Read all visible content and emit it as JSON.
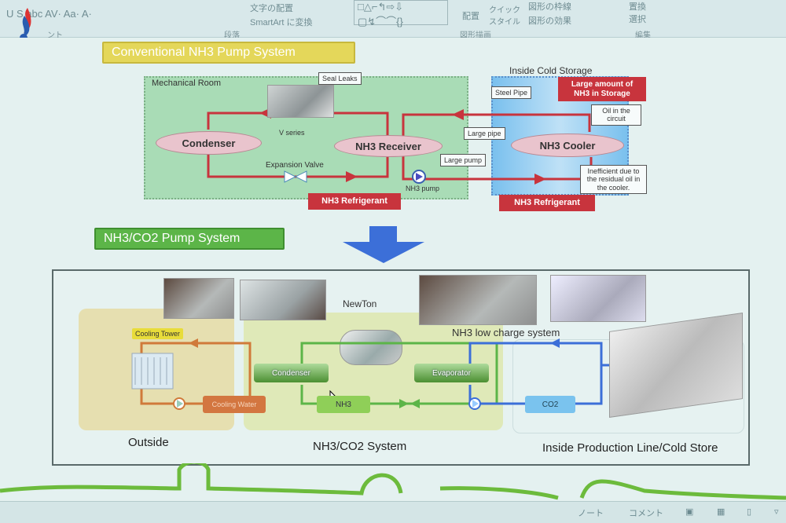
{
  "ribbon": {
    "font_group_partial": "ント",
    "text_align": "文字の配置",
    "smartart": "SmartArt に変換",
    "paragraph_group": "段落",
    "arrange": "配置",
    "quick_style": "クイック スタイル",
    "shape_outline": "図形の枠線",
    "shape_effects": "図形の効果",
    "drawing_group": "図形描画",
    "replace": "置換",
    "select": "選択",
    "editing_group": "編集"
  },
  "slide": {
    "conventional": {
      "title": "Conventional NH3 Pump System",
      "mechanical_room": "Mechanical Room",
      "seal_leaks": "Seal Leaks",
      "v_series": "V series",
      "condenser": "Condenser",
      "receiver": "NH3 Receiver",
      "expansion_valve": "Expansion Valve",
      "nh3_pump": "NH3 pump",
      "refrigerant_1": "NH3 Refrigerant",
      "refrigerant_2": "NH3 Refrigerant",
      "inside_cold_storage": "Inside Cold Storage",
      "steel_pipe": "Steel Pipe",
      "large_pipe": "Large pipe",
      "large_pump": "Large pump",
      "large_amount": "Large amount of NH3 in Storage",
      "oil_circuit": "Oil in the circuit",
      "cooler": "NH3 Cooler",
      "inefficient": "Inefficient due to the residual oil in the cooler."
    },
    "nh3co2": {
      "title": "NH3/CO2 Pump System",
      "newton": "NewTon",
      "low_charge": "NH3 low charge system",
      "cooling_tower": "Cooling Tower",
      "cooling_water": "Cooling Water",
      "condenser": "Condenser",
      "evaporator": "Evaporator",
      "nh3": "NH3",
      "co2": "CO2",
      "outside": "Outside",
      "system": "NH3/CO2 System",
      "inside_production": "Inside Production Line/Cold Store"
    }
  },
  "status": {
    "notes": "ノート",
    "comments": "コメント"
  },
  "colors": {
    "red": "#c8343d",
    "green": "#5cb548",
    "yellow": "#e4d75a",
    "blue_arrow": "#3c6fd8"
  }
}
